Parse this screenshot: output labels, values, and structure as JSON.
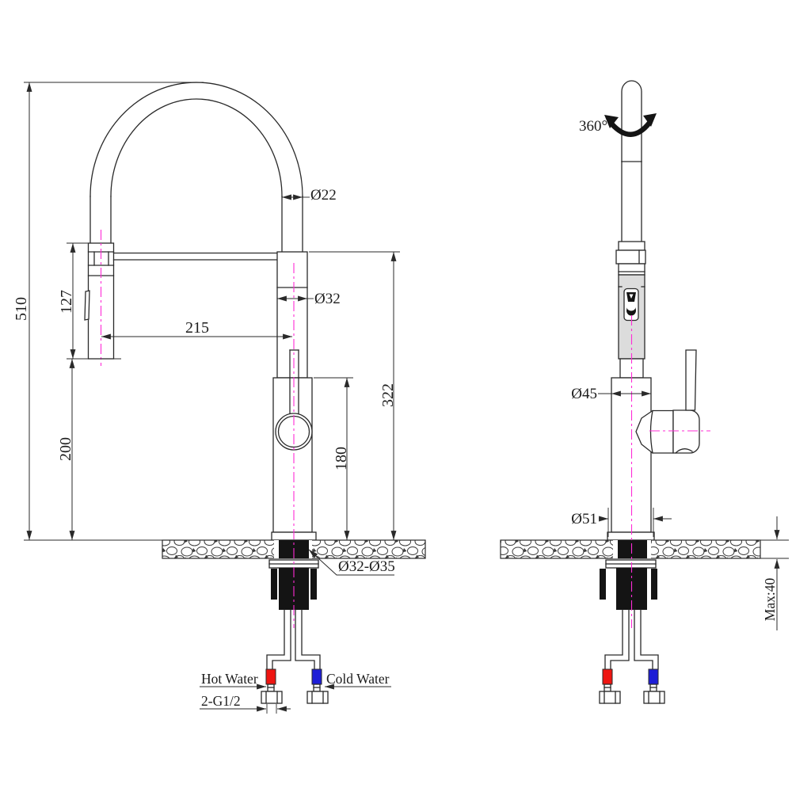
{
  "front_view": {
    "dims": {
      "overall_height": "510",
      "spray_head_length": "127",
      "under_spray_clearance": "200",
      "spout_reach": "215",
      "hose_dia": "Ø22",
      "column_dia": "Ø32",
      "spout_height": "322",
      "body_height": "180",
      "mounting_hole_dia": "Ø32-Ø35",
      "thread_spec": "2-G1/2"
    },
    "labels": {
      "hot": "Hot Water",
      "cold": "Cold Water"
    }
  },
  "side_view": {
    "dims": {
      "swivel_angle": "360°",
      "body_dia": "Ø45",
      "base_dia": "Ø51",
      "max_counter_thickness": "Max:40"
    }
  },
  "colors": {
    "hot_water": "#ee1511",
    "cold_water": "#1d1dd6",
    "centerline": "#ff2bd6",
    "ink": "#2a2a2a"
  }
}
